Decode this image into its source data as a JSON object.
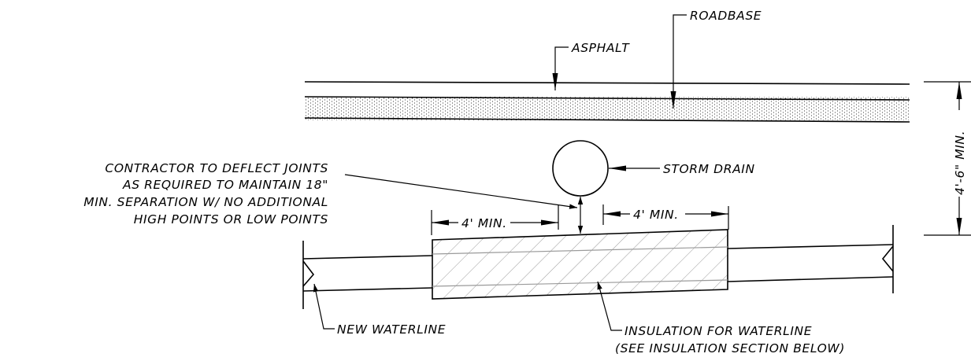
{
  "labels": {
    "roadbase": "ROADBASE",
    "asphalt": "ASPHALT",
    "storm_drain": "STORM DRAIN",
    "contractor_note": [
      "CONTRACTOR TO DEFLECT JOINTS",
      "AS REQUIRED TO MAINTAIN 18\"",
      "MIN. SEPARATION W/ NO ADDITIONAL",
      "HIGH POINTS OR LOW POINTS"
    ],
    "dim_left": "4' MIN.",
    "dim_right": "4' MIN.",
    "dim_vertical": "4'-6\" MIN.",
    "new_waterline": "NEW WATERLINE",
    "insulation": [
      "INSULATION FOR WATERLINE",
      "(SEE INSULATION SECTION BELOW)"
    ]
  },
  "colors": {
    "ink": "#000000",
    "hatch": "#9a9a9a",
    "background": "#ffffff"
  }
}
